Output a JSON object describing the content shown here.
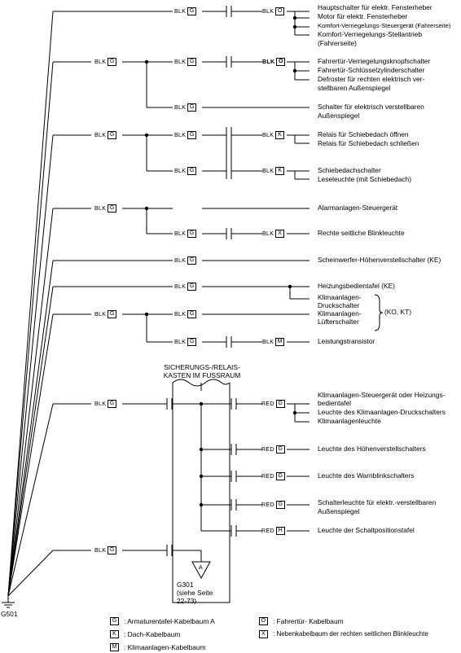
{
  "connectors": {
    "G": "G",
    "O": "O",
    "K": "K",
    "X": "X",
    "M": "M",
    "H": "H"
  },
  "wire_colors": {
    "black": "BLK",
    "red": "RED"
  },
  "labels": {
    "a1": "Hauptschalter für elektr. Fensterheber",
    "a2": "Motor für elektr. Fensterheber",
    "a3": "Komfort-Verriegelungs-Steuergerät (Fahrerseite)",
    "a4": "Komfort-Verriegelungs-Stellantrieb",
    "a4b": "(Fahrerseite)",
    "b1": "Fahrertür-Verriegelungsknopfschalter",
    "b2": "Fahrertür-Schlüsselzylinderschalter",
    "b3": "Defroster für rechten elektrisch ver-",
    "b3b": "stellbaren Außenspiegel",
    "c1": "Schalter für elektrisch verstellbaren",
    "c1b": "Außenspiegel",
    "d1": "Relais für Schiebedach öffnen",
    "d2": "Relais für Schiebedach schließen",
    "e1": "Schiebedachschalter",
    "e2": "Leseleuchte (mit Schiebedach)",
    "f1": "Alarmanlagen-Steuergerät",
    "g1": "Rechte seitliche Blinkleuchte",
    "h1": "Scheinwerfer-Höhenverstellschalter (KE)",
    "i1": "Heizungsbedientafel (KE)",
    "i2": "Klimaanlagen-",
    "i2b": "Druckschalter",
    "i3": "Klimaanlagen-",
    "i3b": "Lüfterschalter",
    "i_note": "(KO, KT)",
    "j1": "Leistungstransistor",
    "k1": "Klimaanlagen-Steuergerät oder Heizungs-",
    "k1b": "bedientafel",
    "k2": "Leuchte des Klimaanlagen-Druckschalters",
    "k3": "Klimaanlagenleuchte",
    "l1": "Leuchte des Höhenverstellschalters",
    "m1": "Leuchte des Warnblinkschalters",
    "n1": "Schalterleuchte für elektr.-verstellbaren",
    "n1b": "Außenspiegel",
    "o1": "Leuchte der Schaltpositionstafel"
  },
  "fuse_box": {
    "title_line1": "SICHERUNGS-/RELAIS-",
    "title_line2": "KASTEN IM FUSSRAUM"
  },
  "ground": {
    "g501": "G501",
    "g301_line1": "G301",
    "g301_line2": "(siehe Seite",
    "g301_line3": "22-73)",
    "g301_marker": "A"
  },
  "legend": {
    "g": "Armaturentafel-Kabelbaum A",
    "k": "Dach-Kabelbaum",
    "m": "Klimaanlagen-Kabelbaum",
    "o": "Fahrertür- Kabelbaum",
    "x": "Nebenkabelbaum der rechten seitlichen Blinkleuchte"
  }
}
